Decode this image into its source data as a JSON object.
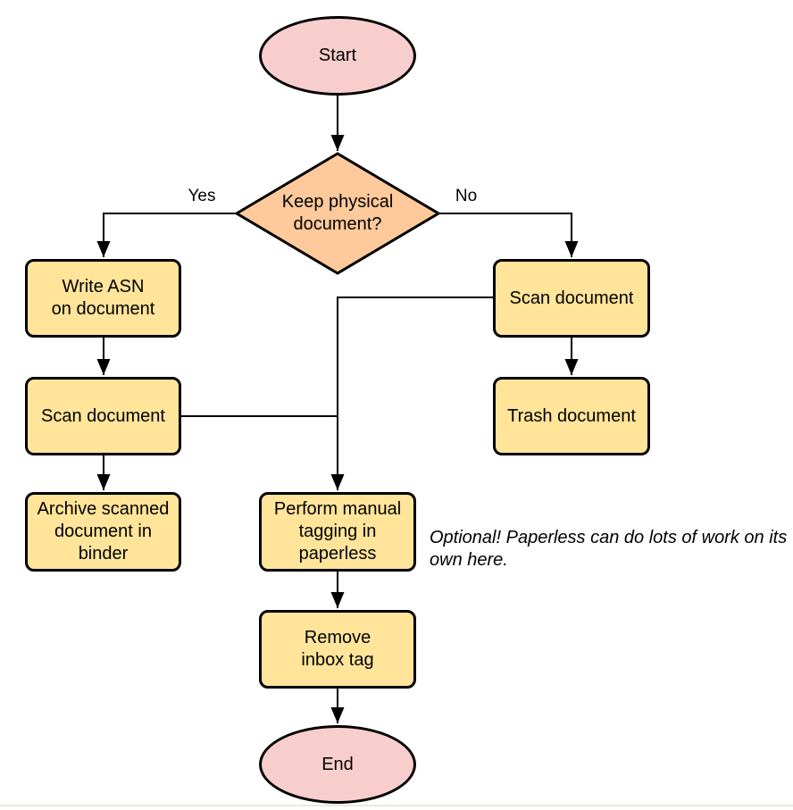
{
  "diagram": {
    "nodes": {
      "start": {
        "label": "Start",
        "shape": "terminator"
      },
      "decision": {
        "label": "Keep physical\ndocument?",
        "shape": "decision"
      },
      "write_asn": {
        "label": "Write ASN\non document",
        "shape": "process"
      },
      "scan_left": {
        "label": "Scan document",
        "shape": "process"
      },
      "archive": {
        "label": "Archive scanned\ndocument in\nbinder",
        "shape": "process"
      },
      "scan_right": {
        "label": "Scan document",
        "shape": "process"
      },
      "trash": {
        "label": "Trash document",
        "shape": "process"
      },
      "tagging": {
        "label": "Perform manual\ntagging in\npaperless",
        "shape": "process"
      },
      "remove_tag": {
        "label": "Remove\ninbox tag",
        "shape": "process"
      },
      "end": {
        "label": "End",
        "shape": "terminator"
      }
    },
    "edge_labels": {
      "yes": "Yes",
      "no": "No"
    },
    "annotation": "Optional! Paperless can do lots of work on\nits own here."
  },
  "colors": {
    "terminator_fill": "#f8cecc",
    "decision_fill": "#fec99b",
    "process_fill": "#ffe49a",
    "stroke": "#000000"
  }
}
